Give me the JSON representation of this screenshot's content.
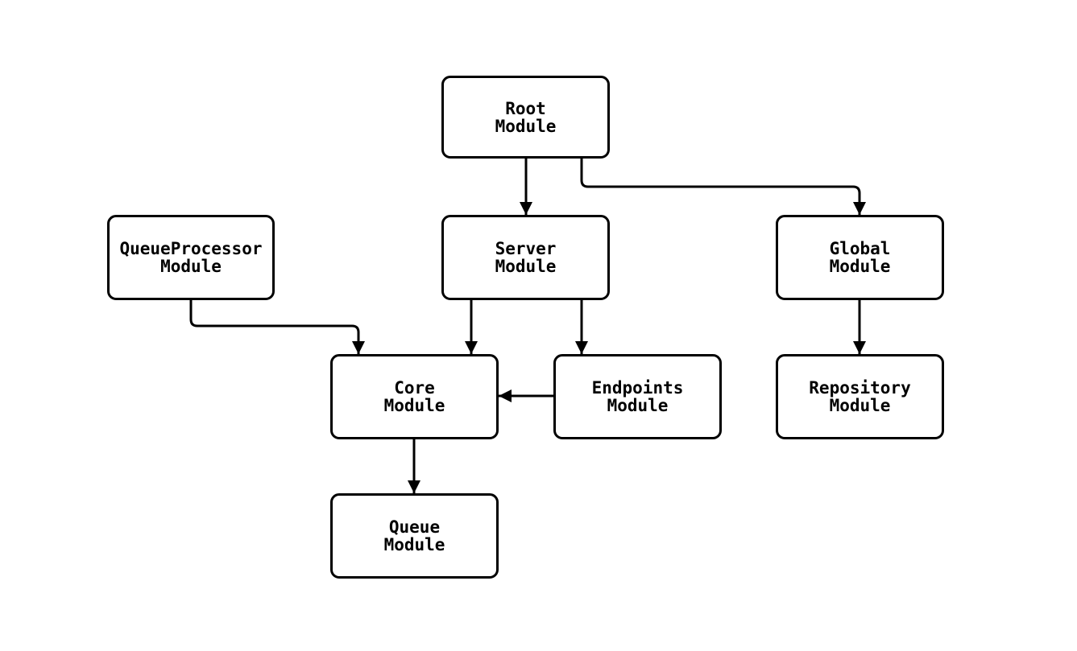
{
  "diagram": {
    "type": "module-dependency-graph",
    "nodes": {
      "root": {
        "label": "Root\nModule"
      },
      "queueprocessor": {
        "label": "QueueProcessor\nModule"
      },
      "server": {
        "label": "Server\nModule"
      },
      "global": {
        "label": "Global\nModule"
      },
      "core": {
        "label": "Core\nModule"
      },
      "endpoints": {
        "label": "Endpoints\nModule"
      },
      "repository": {
        "label": "Repository\nModule"
      },
      "queue": {
        "label": "Queue\nModule"
      }
    },
    "edges": [
      {
        "from": "root",
        "to": "server"
      },
      {
        "from": "root",
        "to": "global"
      },
      {
        "from": "queueprocessor",
        "to": "core"
      },
      {
        "from": "server",
        "to": "core"
      },
      {
        "from": "server",
        "to": "endpoints"
      },
      {
        "from": "endpoints",
        "to": "core"
      },
      {
        "from": "global",
        "to": "repository"
      },
      {
        "from": "core",
        "to": "queue"
      }
    ],
    "colors": {
      "background": "#ffffff",
      "node_fill": "#ffffff",
      "node_border": "#000000",
      "edge": "#000000",
      "text": "#000000"
    }
  }
}
